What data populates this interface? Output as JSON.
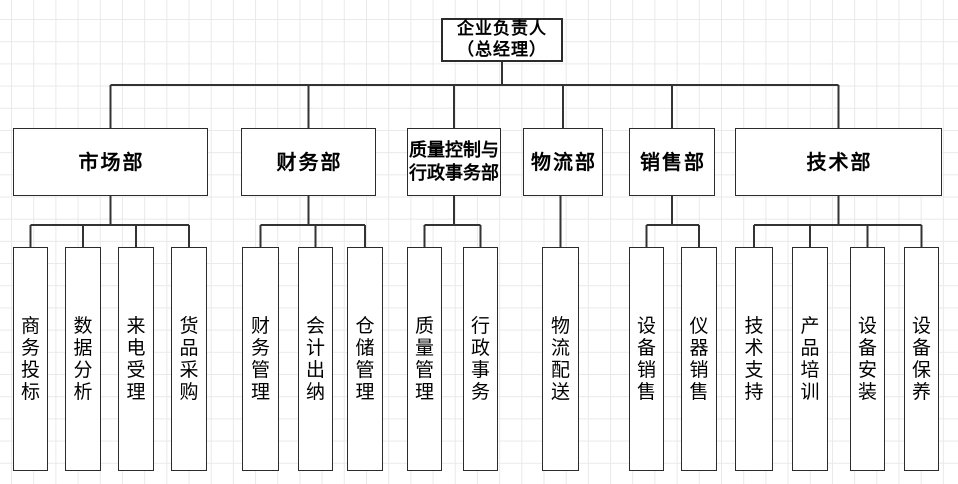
{
  "diagram": {
    "root": {
      "label": "企业负责人（总经理）",
      "label_lines": [
        "企业负责人",
        "（总经理）"
      ],
      "children": [
        {
          "label": "市场部",
          "children": [
            "商务投标",
            "数据分析",
            "来电受理",
            "货品采购"
          ]
        },
        {
          "label": "财务部",
          "children": [
            "财务管理",
            "会计出纳",
            "仓储管理"
          ]
        },
        {
          "label": "质量控制与行政事务部",
          "label_lines": [
            "质量控制与",
            "行政事务部"
          ],
          "children": [
            "质量管理",
            "行政事务"
          ]
        },
        {
          "label": "物流部",
          "children": [
            "物流配送"
          ]
        },
        {
          "label": "销售部",
          "children": [
            "设备销售",
            "仪器销售"
          ]
        },
        {
          "label": "技术部",
          "children": [
            "技术支持",
            "产品培训",
            "设备安装",
            "设备保养"
          ]
        }
      ]
    },
    "colors": {
      "background": "#ffffff",
      "grid_line": "#e9e9e9",
      "connector": "#333333",
      "box_border": "#2b2b2b",
      "text": "#000000"
    }
  }
}
